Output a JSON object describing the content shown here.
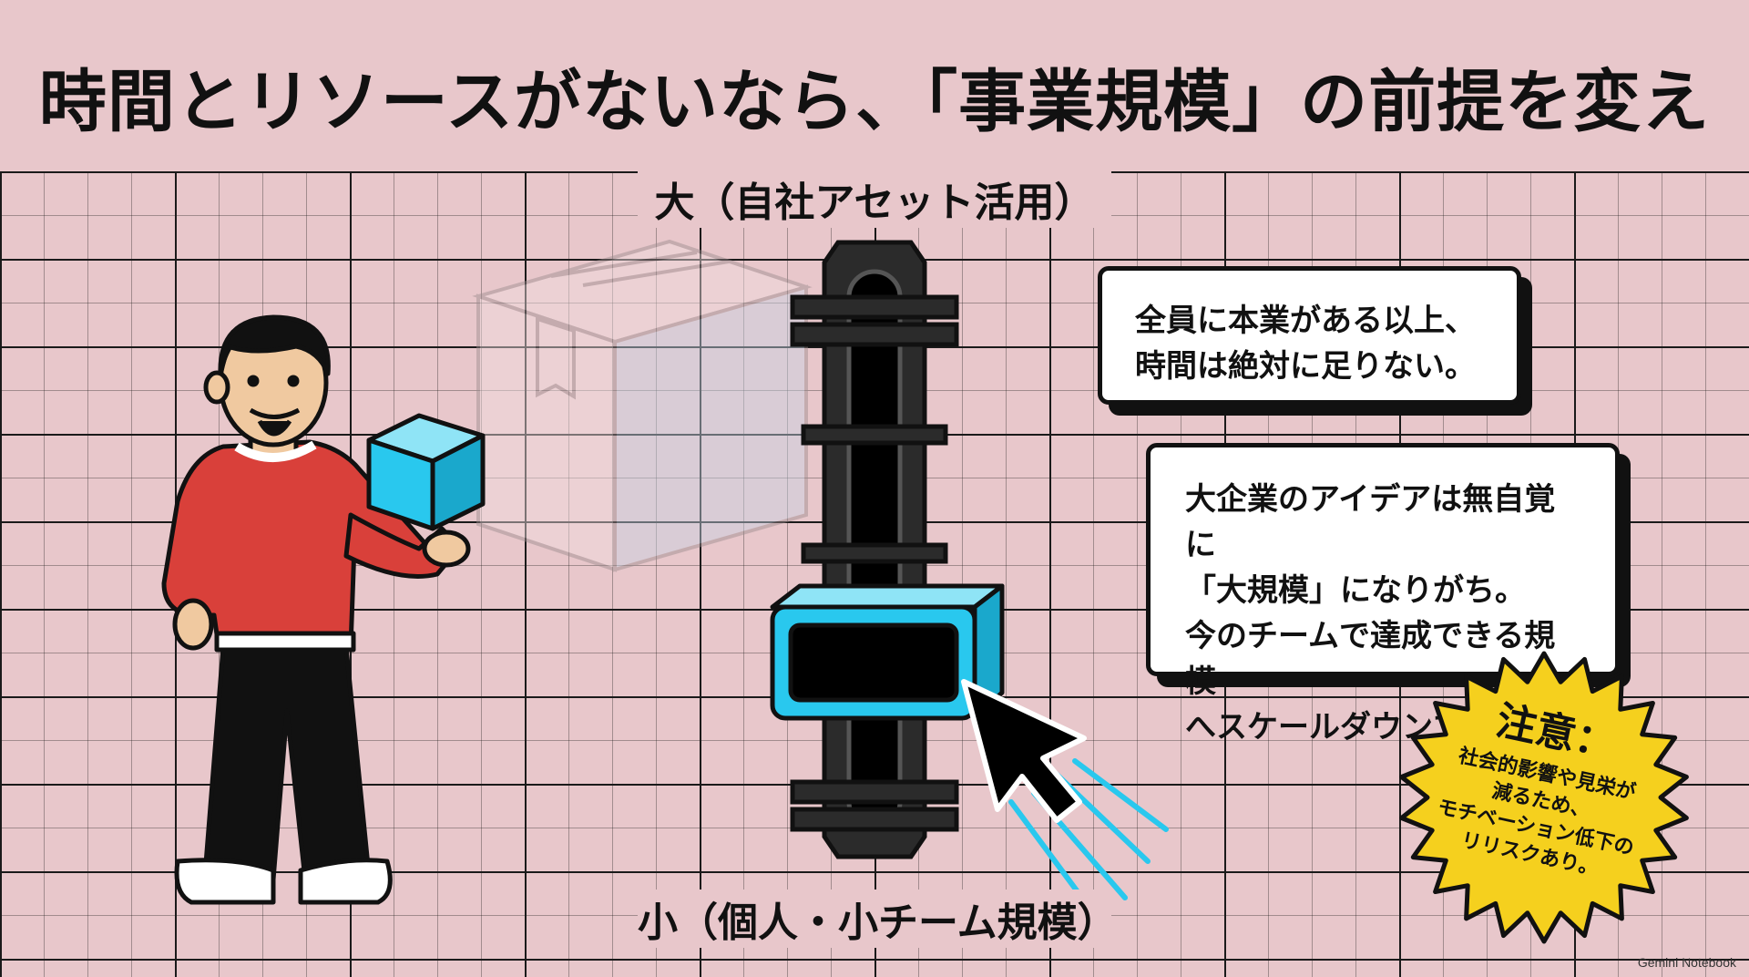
{
  "title": "時間とリソースがないなら、「事業規模」の前提を変える。",
  "slider": {
    "top_label": "大（自社アセット活用）",
    "bottom_label": "小（個人・小チーム規模）",
    "handle_color": "#29c8ee",
    "track_color": "#111111"
  },
  "callouts": [
    {
      "lines": [
        "全員に本業がある以上、",
        "時間は絶対に足りない。"
      ]
    },
    {
      "lines": [
        "大企業のアイデアは無自覚に",
        "「大規模」になりがち。",
        "今のチームで達成できる規模",
        "へスケールダウンする。"
      ]
    }
  ],
  "warning": {
    "title": "注意：",
    "lines": [
      "社会的影響や見栄が",
      "減るため、",
      "モチベーション低下の",
      "リリスクあり。"
    ],
    "color": "#f5d01e"
  },
  "watermark": "Gemini Notebook",
  "colors": {
    "background": "#e8c7cb",
    "accent": "#29c8ee",
    "sweater": "#d9403a"
  }
}
